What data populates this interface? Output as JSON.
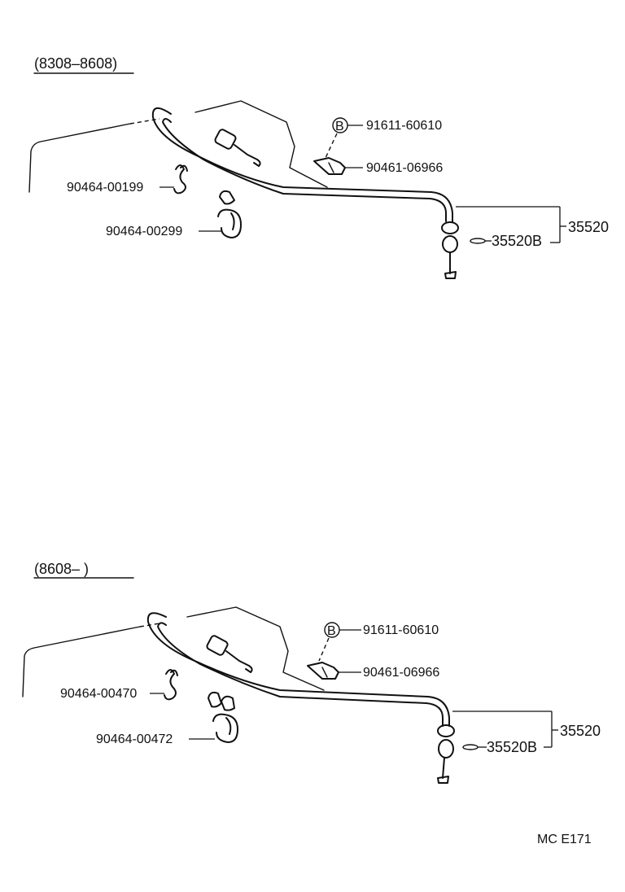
{
  "sections": [
    {
      "range": "(8308–8608)",
      "parts": {
        "bolt": "91611-60610",
        "bolt_marker": "B",
        "grommet": "90461-06966",
        "clip_upper": "90464-00199",
        "clip_lower": "90464-00299",
        "cable_assy": "35520",
        "cable_sub": "35520B"
      }
    },
    {
      "range": "(8608–        )",
      "parts": {
        "bolt": "91611-60610",
        "bolt_marker": "B",
        "grommet": "90461-06966",
        "clip_upper": "90464-00470",
        "clip_lower": "90464-00472",
        "cable_assy": "35520",
        "cable_sub": "35520B"
      }
    }
  ],
  "figure_code": "MC E171",
  "colors": {
    "ink": "#111111",
    "paper": "#ffffff"
  }
}
